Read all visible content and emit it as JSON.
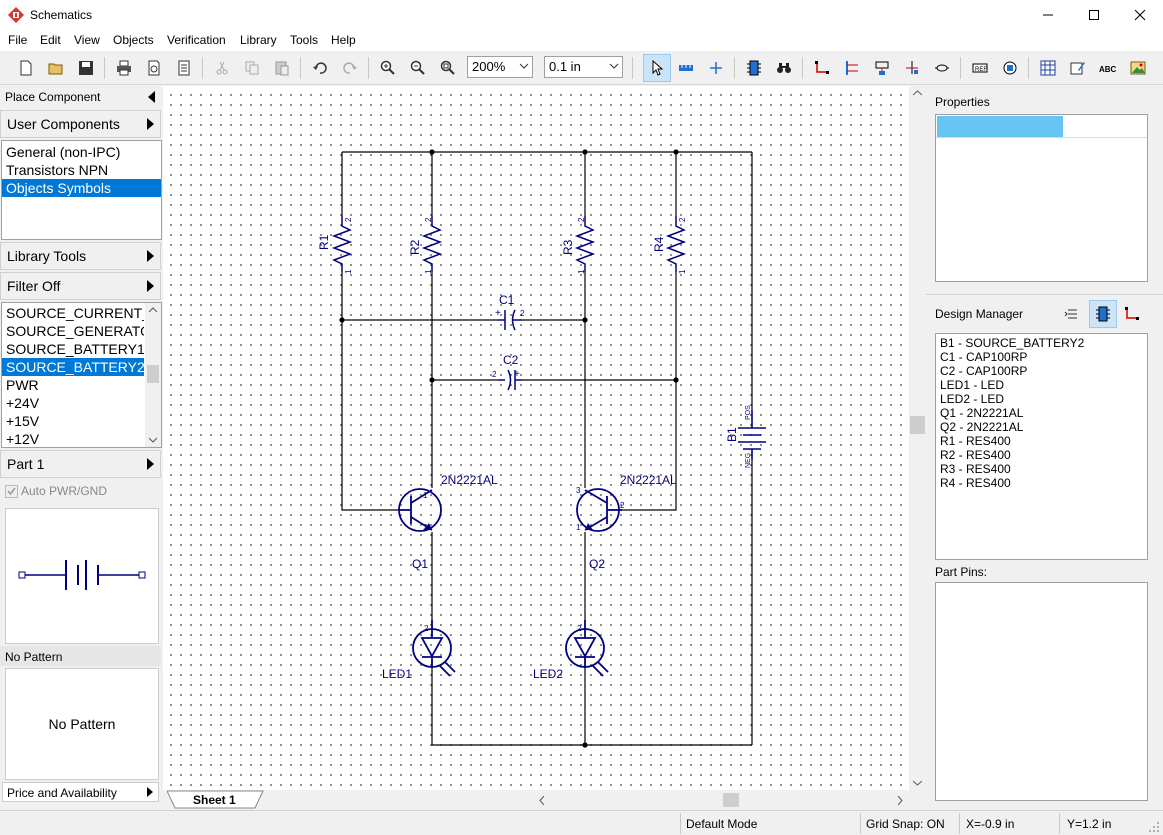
{
  "window": {
    "title": "Schematics",
    "minimize": "—",
    "maximize": "☐",
    "close": "✕"
  },
  "menu": [
    "File",
    "Edit",
    "View",
    "Objects",
    "Verification",
    "Library",
    "Tools",
    "Help"
  ],
  "toolbar": {
    "zoom": "200%",
    "grid": "0.1 in"
  },
  "left": {
    "place_component": "Place Component",
    "user_components": "User Components",
    "libraries": [
      "General (non-IPC)",
      "Transistors NPN",
      "Objects Symbols"
    ],
    "library_tools": "Library Tools",
    "filter": "Filter Off",
    "symbols": [
      "SOURCE_CURRENT_(",
      "SOURCE_GENERATO",
      "SOURCE_BATTERY1",
      "SOURCE_BATTERY2",
      "PWR",
      "+24V",
      "+15V",
      "+12V"
    ],
    "part": "Part 1",
    "auto_pwr": "Auto PWR/GND",
    "pattern_label": "No Pattern",
    "pattern_text": "No Pattern",
    "price": "Price and Availability"
  },
  "schematic": {
    "refs": [
      "R1",
      "R2",
      "R3",
      "R4",
      "C1",
      "C2",
      "B1"
    ],
    "q1": "Q1",
    "q2": "Q2",
    "q1_part": "2N2221AL",
    "q2_part": "2N2221AL",
    "led1": "LED1",
    "led2": "LED2",
    "pin1": "1",
    "pin2": "2",
    "pin3": "3",
    "plus": "+",
    "pos": "POS",
    "neg": "NEG"
  },
  "tabs": {
    "sheet": "Sheet 1"
  },
  "right": {
    "properties": "Properties",
    "design_manager": "Design Manager",
    "items": [
      "B1 - SOURCE_BATTERY2",
      "C1 - CAP100RP",
      "C2 - CAP100RP",
      "LED1 - LED",
      "LED2 - LED",
      "Q1 - 2N2221AL",
      "Q2 - 2N2221AL",
      "R1 - RES400",
      "R2 - RES400",
      "R3 - RES400",
      "R4 - RES400"
    ],
    "part_pins": "Part Pins:"
  },
  "status": {
    "mode": "Default Mode",
    "snap": "Grid Snap: ON",
    "x": "X=-0.9 in",
    "y": "Y=1.2 in"
  },
  "colors": {
    "wire": "#000000",
    "component": "#000080",
    "selection": "#0078d7",
    "accent": "#66c5f5"
  }
}
